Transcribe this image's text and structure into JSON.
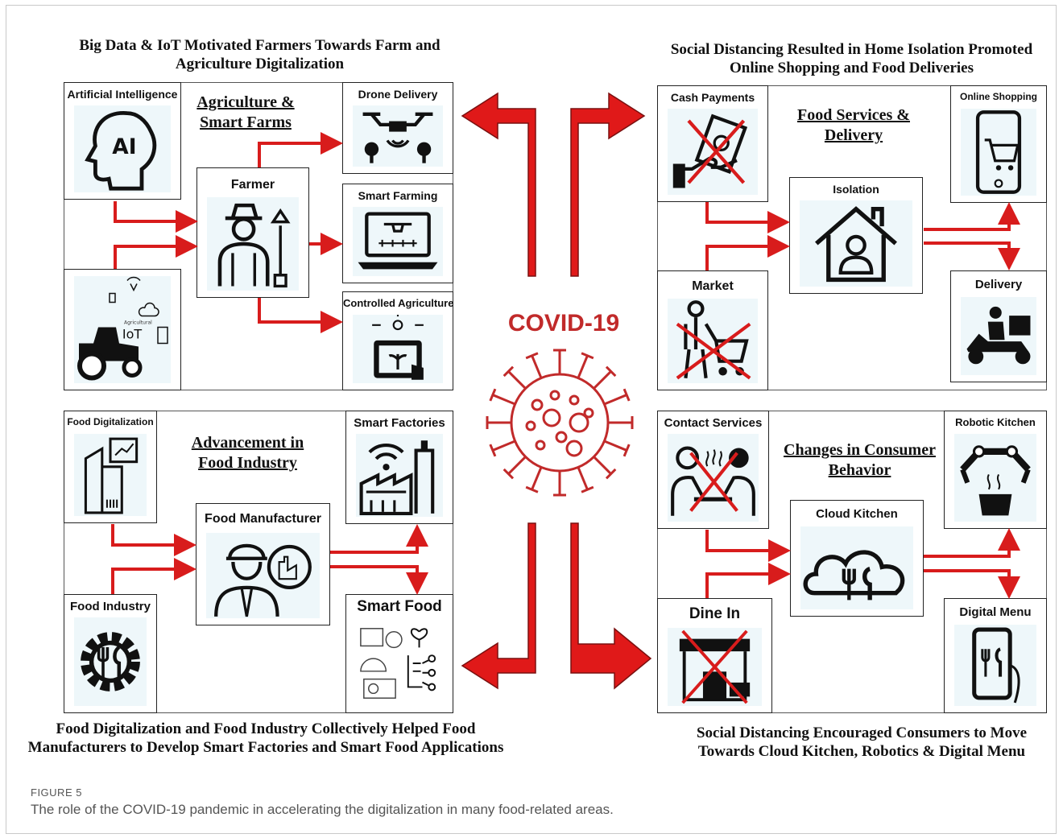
{
  "headings": {
    "top_left": "Big Data & IoT Motivated Farmers Towards Farm and Agriculture Digitalization",
    "top_right": "Social Distancing Resulted in Home Isolation Promoted Online Shopping and Food Deliveries",
    "bottom_left": "Food Digitalization and Food Industry Collectively Helped Food Manufacturers to Develop Smart Factories and Smart Food Applications",
    "bottom_right": "Social Distancing Encouraged Consumers to Move Towards Cloud Kitchen, Robotics & Digital Menu"
  },
  "quadrants": {
    "q1": {
      "title": "Agriculture & Smart Farms",
      "boxes": {
        "ai": "Artificial Intelligence",
        "iot": "",
        "farmer": "Farmer",
        "drone": "Drone Delivery",
        "smart_farming": "Smart Farming",
        "controlled": "Controlled Agriculture"
      },
      "iot_text": "IoT",
      "iot_small": "Agricultural",
      "ai_text": "AI"
    },
    "q2": {
      "title": "Food Services & Delivery",
      "boxes": {
        "cash": "Cash Payments",
        "market": "Market",
        "isolation": "Isolation",
        "online": "Online Shopping",
        "delivery": "Delivery"
      }
    },
    "q3": {
      "title": "Advancement in Food Industry",
      "boxes": {
        "digitalization": "Food Digitalization",
        "industry": "Food Industry",
        "manufacturer": "Food Manufacturer",
        "factories": "Smart Factories",
        "smart_food": "Smart Food"
      }
    },
    "q4": {
      "title": "Changes in Consumer Behavior",
      "boxes": {
        "contact": "Contact Services",
        "dine_in": "Dine In",
        "cloud_kitchen": "Cloud Kitchen",
        "robotic": "Robotic Kitchen",
        "digital_menu": "Digital Menu"
      }
    }
  },
  "center": {
    "label": "COVID-19"
  },
  "caption": {
    "label": "FIGURE 5",
    "text": "The role of the COVID-19 pandemic in accelerating the digitalization in many food-related areas."
  },
  "colors": {
    "arrow": "#d81c1c",
    "arrow_dark": "#7a1010",
    "virus": "#c12a2a",
    "panel": "#eef7fa"
  }
}
